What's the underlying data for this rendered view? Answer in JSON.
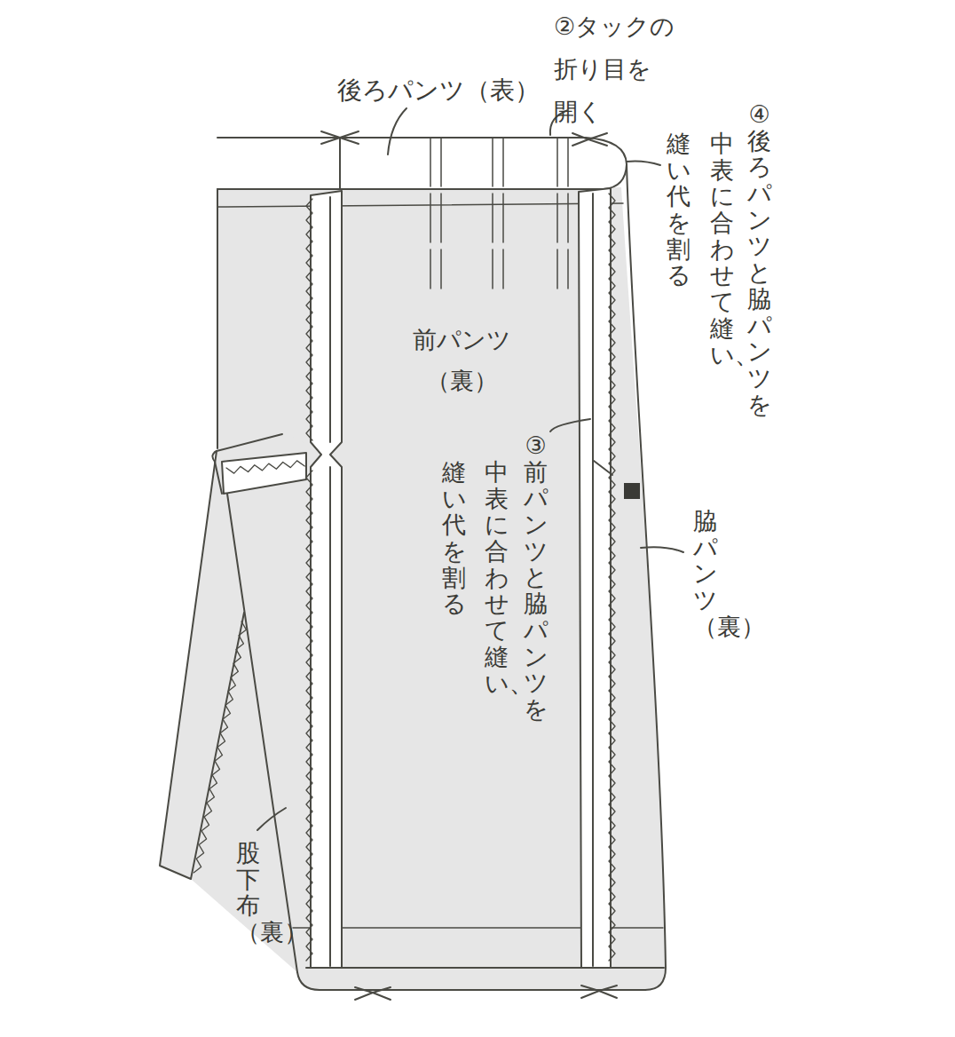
{
  "diagram": {
    "labels": [
      "後ろパンツ（表）",
      "②タックの 折り目を 開く",
      "④後ろパンツと脇パンツを",
      "中表に合わせて縫い、",
      "縫い代を割る",
      "前パンツ （裏）",
      "③前パンツと脇パンツを",
      "中表に合わせて縫い、",
      "縫い代を割る",
      "脇パンツ（裏）",
      "股下布（裏）"
    ]
  }
}
